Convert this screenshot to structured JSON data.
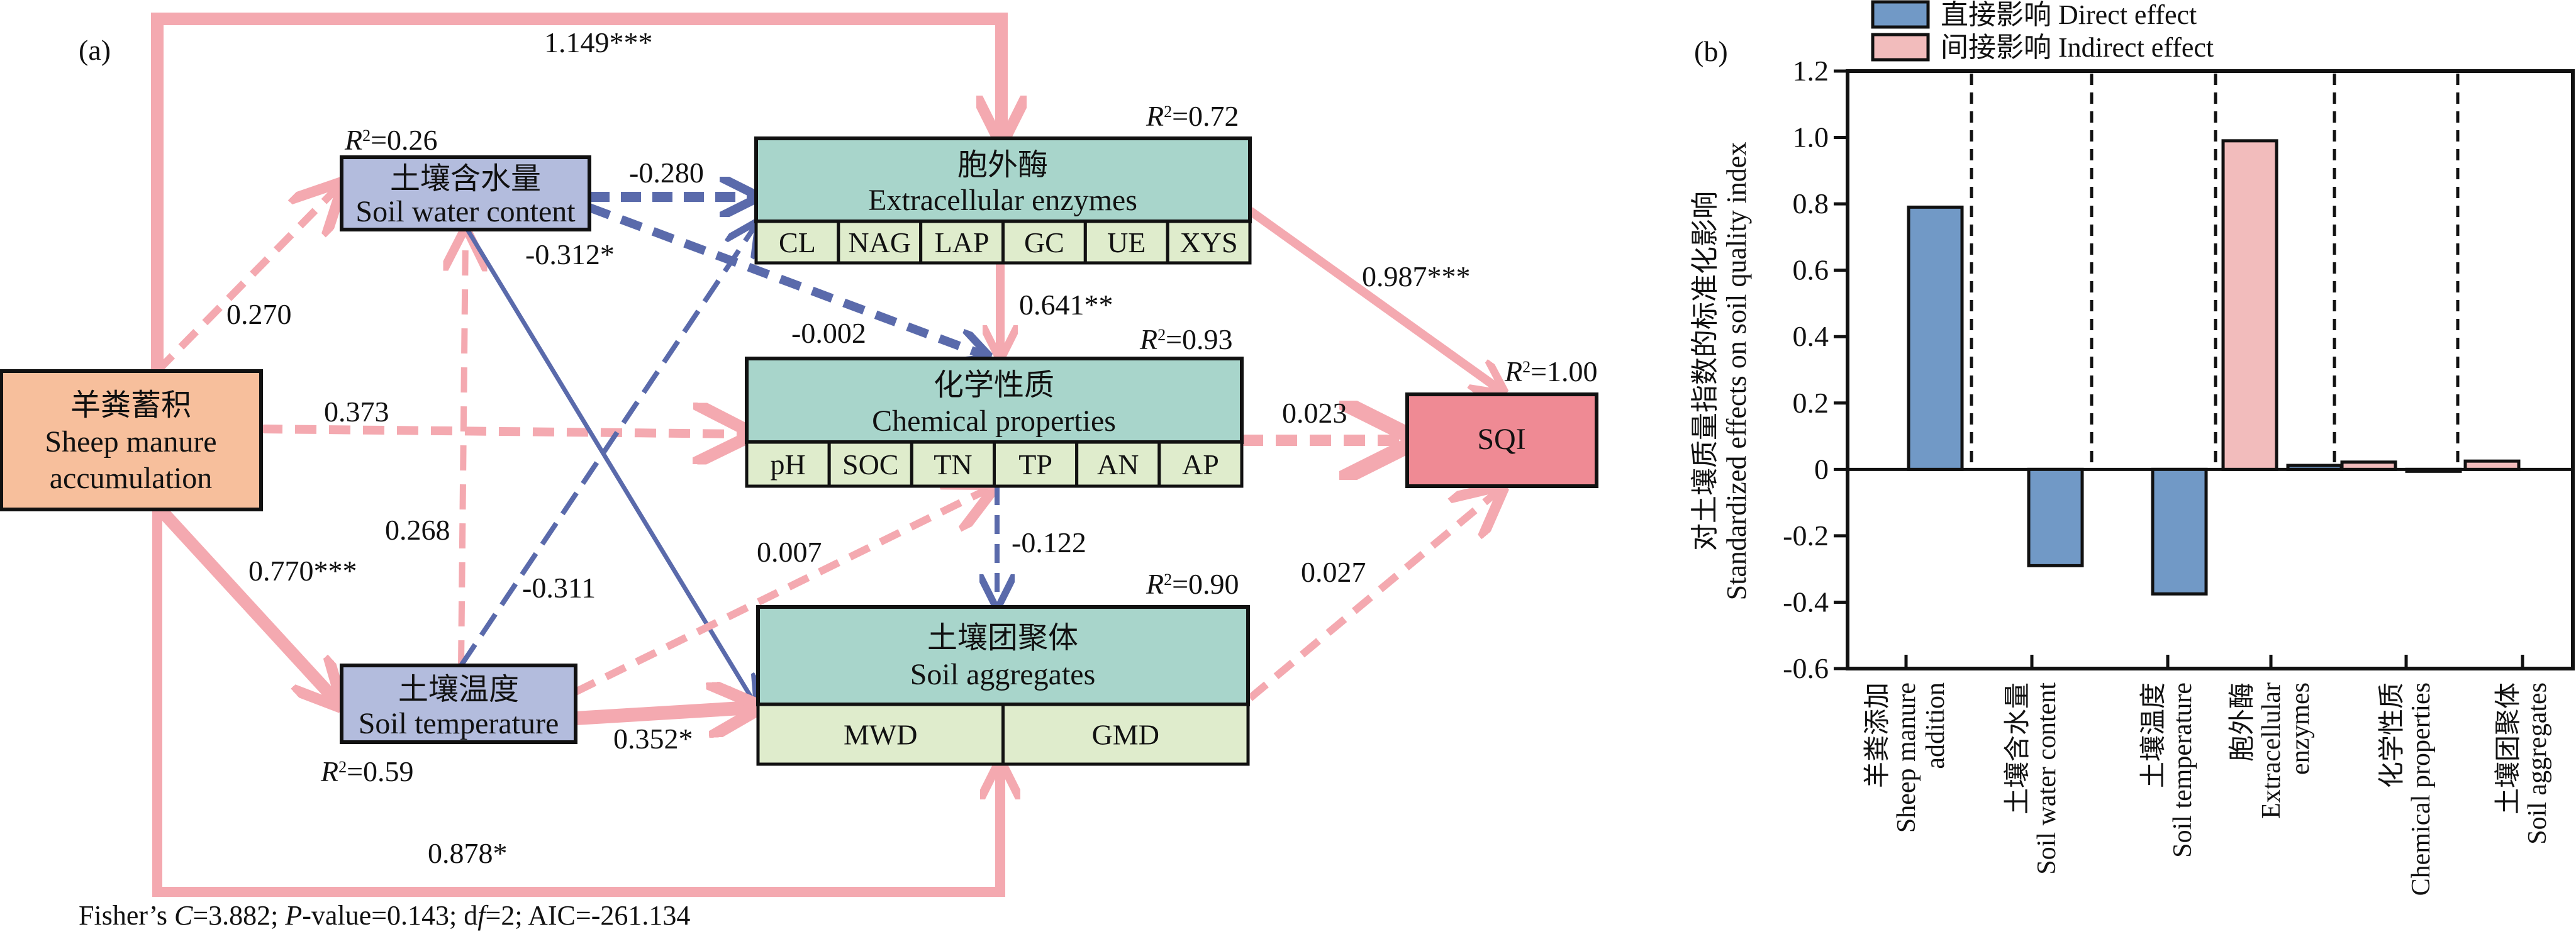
{
  "colors": {
    "positive_path": "#f4a9b0",
    "negative_path": "#5a6aab",
    "manure_box": "#f7bf9c",
    "latent_blue_box": "#b3bcdd",
    "teal_box": "#a8d5cb",
    "indicator_box": "#dfeccc",
    "sqi_box": "#ef8a94",
    "direct_bar": "#7199c6",
    "indirect_bar": "#f2bcbc",
    "ink": "#111111"
  },
  "panel_a": {
    "panel_label": "(a)",
    "nodes": {
      "manure": {
        "zh": "羊粪蓄积",
        "en1": "Sheep manure",
        "en2": "accumulation"
      },
      "swc": {
        "zh": "土壤含水量",
        "en": "Soil water content",
        "r2_prefix": "R",
        "r2_value": "=0.26"
      },
      "st": {
        "zh": "土壤温度",
        "en": "Soil temperature",
        "r2_prefix": "R",
        "r2_value": "=0.59"
      },
      "enzymes": {
        "zh": "胞外酶",
        "en": "Extracellular enzymes",
        "r2_prefix": "R",
        "r2_value": "=0.72",
        "indicators": [
          "CL",
          "NAG",
          "LAP",
          "GC",
          "UE",
          "XYS"
        ]
      },
      "chemical": {
        "zh": "化学性质",
        "en": "Chemical properties",
        "r2_prefix": "R",
        "r2_value": "=0.93",
        "indicators": [
          "pH",
          "SOC",
          "TN",
          "TP",
          "AN",
          "AP"
        ]
      },
      "aggregates": {
        "zh": "土壤团聚体",
        "en": "Soil aggregates",
        "r2_prefix": "R",
        "r2_value": "=0.90",
        "indicators": [
          "MWD",
          "GMD"
        ]
      },
      "sqi": {
        "label": "SQI",
        "r2_prefix": "R",
        "r2_value": "=1.00"
      }
    },
    "paths": [
      {
        "from": "manure",
        "to": "enzymes",
        "coef": "1.149***",
        "sign": "positive",
        "significant": true
      },
      {
        "from": "manure",
        "to": "swc",
        "coef": "0.270",
        "sign": "positive",
        "significant": false
      },
      {
        "from": "manure",
        "to": "chemical",
        "coef": "0.373",
        "sign": "positive",
        "significant": false
      },
      {
        "from": "manure",
        "to": "st",
        "coef": "0.770***",
        "sign": "positive",
        "significant": true
      },
      {
        "from": "manure",
        "to": "aggregates",
        "coef": "0.878*",
        "sign": "positive",
        "significant": true
      },
      {
        "from": "swc",
        "to": "enzymes",
        "coef": "-0.280",
        "sign": "negative",
        "significant": false
      },
      {
        "from": "swc",
        "to": "chemical",
        "coef": "-0.002",
        "sign": "negative",
        "significant": false
      },
      {
        "from": "swc",
        "to": "aggregates",
        "coef": "-0.312*",
        "sign": "negative",
        "significant": true
      },
      {
        "from": "st",
        "to": "swc",
        "coef": "0.268",
        "sign": "positive",
        "significant": false
      },
      {
        "from": "st",
        "to": "enzymes",
        "coef": "-0.311",
        "sign": "negative",
        "significant": false
      },
      {
        "from": "st",
        "to": "chemical",
        "coef": "0.007",
        "sign": "positive",
        "significant": false
      },
      {
        "from": "st",
        "to": "aggregates",
        "coef": "0.352*",
        "sign": "positive",
        "significant": true
      },
      {
        "from": "enzymes",
        "to": "chemical",
        "coef": "0.641**",
        "sign": "positive",
        "significant": true
      },
      {
        "from": "enzymes",
        "to": "sqi",
        "coef": "0.987***",
        "sign": "positive",
        "significant": true
      },
      {
        "from": "chemical",
        "to": "sqi",
        "coef": "0.023",
        "sign": "positive",
        "significant": false
      },
      {
        "from": "chemical",
        "to": "aggregates",
        "coef": "-0.122",
        "sign": "negative",
        "significant": false
      },
      {
        "from": "aggregates",
        "to": "sqi",
        "coef": "0.027",
        "sign": "positive",
        "significant": false
      }
    ],
    "fit_stats": {
      "fisher_prefix": "Fisher’s ",
      "c_symbol": "C",
      "c_value": "=3.882; ",
      "p_symbol": "P",
      "p_value": "-value=0.143; d",
      "df_symbol": "f",
      "df_value": "=2; AIC=-261.134"
    }
  },
  "chart_data": {
    "type": "bar",
    "panel_label": "(b)",
    "title": "",
    "ylabel_zh": "对土壤质量指数的标准化影响",
    "ylabel_en": "Standardized effects on soil quality index",
    "xlabel": "",
    "ylim": [
      -0.6,
      1.2
    ],
    "yticks": [
      1.2,
      1.0,
      0.8,
      0.6,
      0.4,
      0.2,
      0,
      -0.2,
      -0.4,
      -0.6
    ],
    "ytick_labels": [
      "1.2",
      "1.0",
      "0.8",
      "0.6",
      "0.4",
      "0.2",
      "0",
      "-0.2",
      "-0.4",
      "-0.6"
    ],
    "grid": false,
    "legend_position": "top",
    "legend": [
      {
        "key": "direct",
        "label": "直接影响 Direct effect"
      },
      {
        "key": "indirect",
        "label": "间接影响 Indirect effect"
      }
    ],
    "categories": [
      {
        "zh": "羊粪添加",
        "en": [
          "Sheep manure",
          "addition"
        ]
      },
      {
        "zh": "土壤含水量",
        "en": [
          "Soil water content"
        ]
      },
      {
        "zh": "土壤温度",
        "en": [
          "Soil temperature"
        ]
      },
      {
        "zh": "胞外酶",
        "en": [
          "Extracellular",
          "enzymes"
        ]
      },
      {
        "zh": "化学性质",
        "en": [
          "Chemical properties"
        ]
      },
      {
        "zh": "土壤团聚体",
        "en": [
          "Soil aggregates"
        ]
      }
    ],
    "bars": [
      {
        "category": 0,
        "series": "direct",
        "value": 0.79
      },
      {
        "category": 1,
        "series": "direct",
        "value": -0.29
      },
      {
        "category": 2,
        "series": "direct",
        "value": -0.375
      },
      {
        "category": 3,
        "series": "indirect",
        "value": 0.99
      },
      {
        "category": 3,
        "series": "direct",
        "value": 0.012
      },
      {
        "category": 4,
        "series": "indirect",
        "value": 0.022
      },
      {
        "category": 4,
        "series": "direct",
        "value": -0.004
      },
      {
        "category": 5,
        "series": "indirect",
        "value": 0.025
      }
    ]
  }
}
